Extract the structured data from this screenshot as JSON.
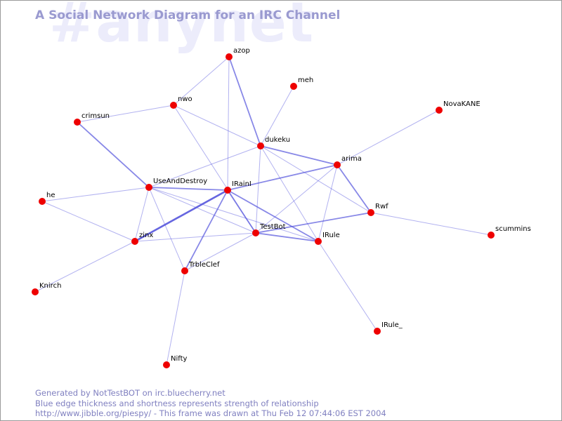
{
  "watermark": "#anynet",
  "title": "A Social Network Diagram for an IRC Channel",
  "footer": {
    "line1": "Generated by NotTestBOT on irc.bluecherry.net",
    "line2": "Blue edge thickness and shortness represents strength of relationship",
    "line3": "http://www.jibble.org/piespy/ - This frame was drawn at Thu Feb 12 07:44:06 EST 2004"
  },
  "colors": {
    "node": "#ee0000",
    "edge": "#5555dd",
    "title": "#9a9ad0",
    "watermark": "#ececfb",
    "footer": "#8080c0"
  },
  "nodes": [
    {
      "id": "azop"
    },
    {
      "id": "meh"
    },
    {
      "id": "nwo"
    },
    {
      "id": "crimsun"
    },
    {
      "id": "NovaKANE"
    },
    {
      "id": "dukeku"
    },
    {
      "id": "arima"
    },
    {
      "id": "UseAndDestroy"
    },
    {
      "id": "IRainI"
    },
    {
      "id": "he"
    },
    {
      "id": "Rwf"
    },
    {
      "id": "scummins"
    },
    {
      "id": "TestBot"
    },
    {
      "id": "zinx"
    },
    {
      "id": "IRule"
    },
    {
      "id": "TrbleClef"
    },
    {
      "id": "Knirch"
    },
    {
      "id": "IRule_"
    },
    {
      "id": "Nifty"
    }
  ],
  "edges": [
    {
      "a": "azop",
      "b": "nwo",
      "strength": 1
    },
    {
      "a": "azop",
      "b": "dukeku",
      "strength": 2
    },
    {
      "a": "azop",
      "b": "IRainI",
      "strength": 1
    },
    {
      "a": "meh",
      "b": "dukeku",
      "strength": 1
    },
    {
      "a": "nwo",
      "b": "crimsun",
      "strength": 1
    },
    {
      "a": "nwo",
      "b": "dukeku",
      "strength": 1
    },
    {
      "a": "nwo",
      "b": "TestBot",
      "strength": 1
    },
    {
      "a": "crimsun",
      "b": "UseAndDestroy",
      "strength": 2
    },
    {
      "a": "NovaKANE",
      "b": "arima",
      "strength": 1
    },
    {
      "a": "dukeku",
      "b": "arima",
      "strength": 2
    },
    {
      "a": "dukeku",
      "b": "UseAndDestroy",
      "strength": 1
    },
    {
      "a": "dukeku",
      "b": "Rwf",
      "strength": 1
    },
    {
      "a": "dukeku",
      "b": "IRule",
      "strength": 1
    },
    {
      "a": "dukeku",
      "b": "TestBot",
      "strength": 1
    },
    {
      "a": "arima",
      "b": "IRainI",
      "strength": 2
    },
    {
      "a": "arima",
      "b": "Rwf",
      "strength": 2
    },
    {
      "a": "arima",
      "b": "TestBot",
      "strength": 1
    },
    {
      "a": "arima",
      "b": "IRule",
      "strength": 1
    },
    {
      "a": "UseAndDestroy",
      "b": "IRainI",
      "strength": 2
    },
    {
      "a": "UseAndDestroy",
      "b": "he",
      "strength": 1
    },
    {
      "a": "UseAndDestroy",
      "b": "zinx",
      "strength": 1
    },
    {
      "a": "UseAndDestroy",
      "b": "TrbleClef",
      "strength": 1
    },
    {
      "a": "UseAndDestroy",
      "b": "TestBot",
      "strength": 1
    },
    {
      "a": "UseAndDestroy",
      "b": "IRule",
      "strength": 1
    },
    {
      "a": "IRainI",
      "b": "zinx",
      "strength": 3
    },
    {
      "a": "IRainI",
      "b": "TrbleClef",
      "strength": 2
    },
    {
      "a": "IRainI",
      "b": "TestBot",
      "strength": 2
    },
    {
      "a": "IRainI",
      "b": "IRule",
      "strength": 2
    },
    {
      "a": "he",
      "b": "zinx",
      "strength": 1
    },
    {
      "a": "Rwf",
      "b": "TestBot",
      "strength": 2
    },
    {
      "a": "Rwf",
      "b": "scummins",
      "strength": 1
    },
    {
      "a": "TestBot",
      "b": "zinx",
      "strength": 1
    },
    {
      "a": "TestBot",
      "b": "IRule",
      "strength": 2
    },
    {
      "a": "TestBot",
      "b": "TrbleClef",
      "strength": 1
    },
    {
      "a": "zinx",
      "b": "Knirch",
      "strength": 1
    },
    {
      "a": "IRule",
      "b": "IRule_",
      "strength": 1
    },
    {
      "a": "TrbleClef",
      "b": "Nifty",
      "strength": 1
    }
  ]
}
